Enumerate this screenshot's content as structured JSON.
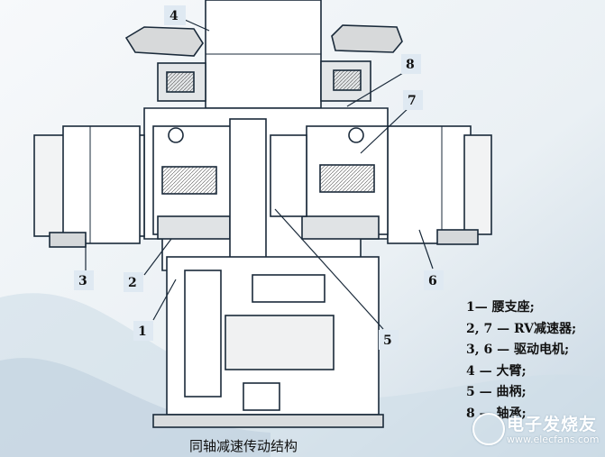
{
  "diagram": {
    "callouts": [
      "1",
      "2",
      "3",
      "4",
      "5",
      "6",
      "7",
      "8"
    ],
    "legend": [
      "1— 腰支座;",
      "2, 7 — RV减速器;",
      "3, 6 — 驱动电机;",
      "4 — 大臂;",
      "5 — 曲柄;",
      "8 — 轴承;"
    ],
    "caption": "同轴减速传动结构"
  },
  "watermark": {
    "brand": "电子发烧友",
    "url": "www.elecfans.com"
  },
  "colors": {
    "line": "#1a2a3a",
    "background": "#eef3f6",
    "callout_box": "#dfe9f2"
  }
}
